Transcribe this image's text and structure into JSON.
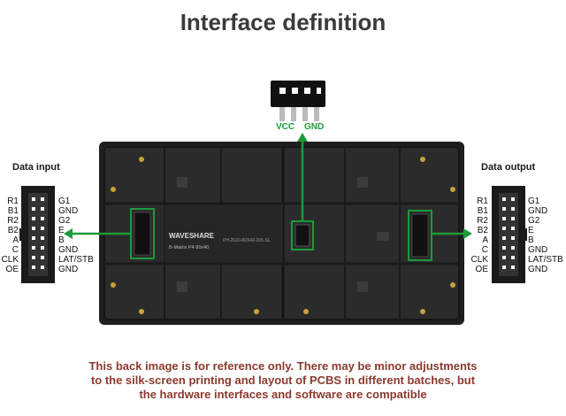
{
  "title": "Interface definition",
  "input": {
    "heading": "Data input",
    "left_pins": [
      "R1",
      "B1",
      "R2",
      "B2",
      "A",
      "C",
      "CLK",
      "OE"
    ],
    "right_pins": [
      "G1",
      "GND",
      "G2",
      "E",
      "B",
      "GND",
      "LAT/STB",
      "GND"
    ]
  },
  "output": {
    "heading": "Data output",
    "left_pins": [
      "R1",
      "B1",
      "R2",
      "B2",
      "A",
      "C",
      "CLK",
      "OE"
    ],
    "right_pins": [
      "G1",
      "GND",
      "G2",
      "E",
      "B",
      "GND",
      "LAT/STB",
      "GND"
    ]
  },
  "power": {
    "vcc": "VCC",
    "gnd": "GND"
  },
  "board": {
    "brand": "WAVESHARE",
    "model": "B-Matrix P4 80x40",
    "serial": "PH-2020-80X40-205-SL"
  },
  "note": [
    "This back image is for reference only. There may be minor adjustments",
    "to the silk-screen printing and layout of PCBS in different batches, but",
    "the hardware interfaces and software are compatible"
  ],
  "colors": {
    "accent": "#1a9c3a",
    "note": "#8b3a2e",
    "panel": "#2b2b2b"
  }
}
